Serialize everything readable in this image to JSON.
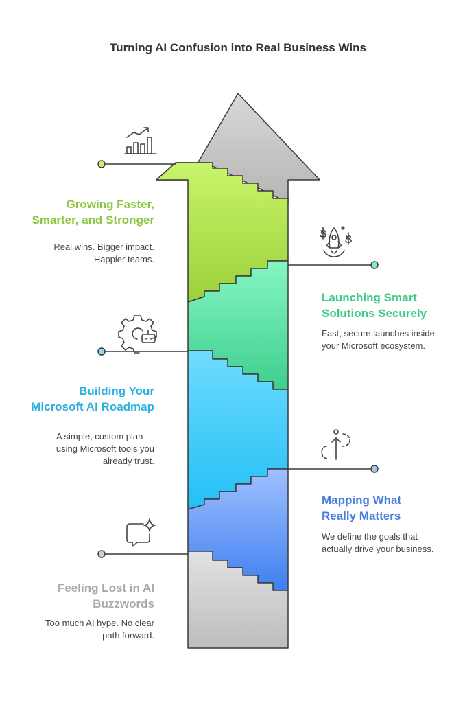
{
  "title": "Turning AI Confusion into Real Business Wins",
  "colors": {
    "step1": "#aaaaaa",
    "step2": "#4a7fe0",
    "step3": "#2bb0e0",
    "step4": "#3fc987",
    "step5": "#8cc63f"
  },
  "steps": [
    {
      "heading": [
        "Feeling Lost in AI",
        "Buzzwords"
      ],
      "description": [
        "Too much AI hype. No clear",
        "path forward."
      ],
      "icon": "chat-sparkle-icon"
    },
    {
      "heading": [
        "Mapping What",
        "Really Matters"
      ],
      "description": [
        "We define the goals that",
        "actually drive your business."
      ],
      "icon": "target-arrow-icon"
    },
    {
      "heading": [
        "Building Your",
        "Microsoft AI Roadmap"
      ],
      "description": [
        "A simple, custom plan —",
        "using Microsoft tools you",
        "already trust."
      ],
      "icon": "gear-robot-icon"
    },
    {
      "heading": [
        "Launching Smart",
        "Solutions Securely"
      ],
      "description": [
        "Fast, secure launches inside",
        "your Microsoft ecosystem."
      ],
      "icon": "rocket-dollar-icon"
    },
    {
      "heading": [
        "Growing Faster,",
        "Smarter, and Stronger"
      ],
      "description": [
        "Real wins. Bigger impact.",
        "Happier teams."
      ],
      "icon": "growth-chart-icon"
    }
  ]
}
